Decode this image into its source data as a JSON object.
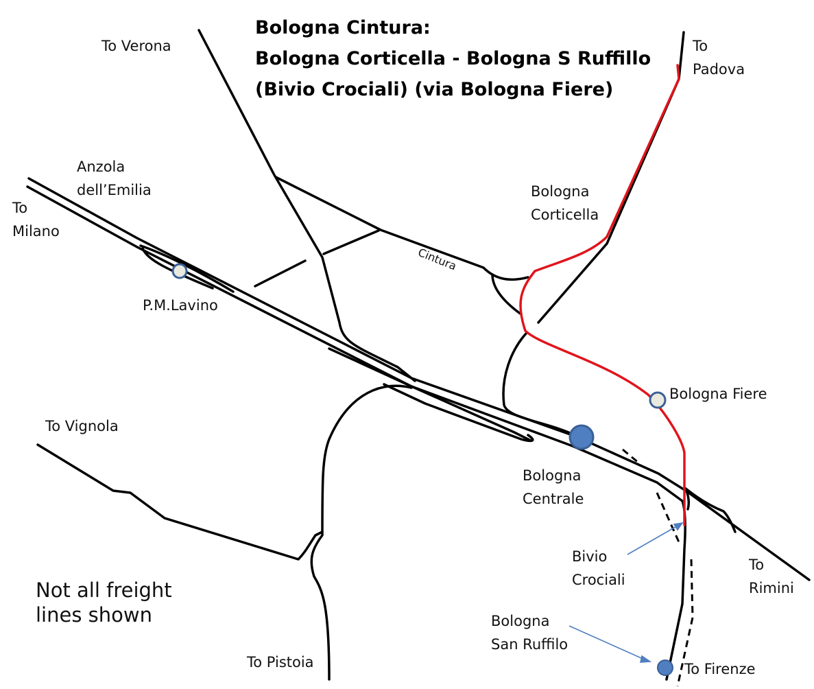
{
  "title": {
    "line1": "Bologna Cintura:",
    "line2": "Bologna Corticella - Bologna S Ruffillo",
    "line3": "(Bivio Crociali) (via Bologna Fiere)"
  },
  "labels": {
    "to_verona": "To Verona",
    "to_padova_1": "To",
    "to_padova_2": "Padova",
    "to_milano_1": "To",
    "to_milano_2": "Milano",
    "anzola_1": "Anzola",
    "anzola_2": "dell’Emilia",
    "pm_lavino": "P.M.Lavino",
    "corticella_1": "Bologna",
    "corticella_2": "Corticella",
    "cintura": "Cintura",
    "fiere": "Bologna Fiere",
    "to_vignola": "To Vignola",
    "centrale_1": "Bologna",
    "centrale_2": "Centrale",
    "crociali_1": "Bivio",
    "crociali_2": "Crociali",
    "to_rimini_1": "To",
    "to_rimini_2": "Rimini",
    "ruffilo_1": "Bologna",
    "ruffilo_2": "San Ruffilo",
    "to_firenze": "To Firenze",
    "to_pistoia": "To Pistoia"
  },
  "note": {
    "line1": "Not all freight",
    "line2": "lines shown"
  },
  "colors": {
    "track": "#000000",
    "highlight_route": "#e0141c",
    "major_station": "#4f7fc1",
    "minor_station_fill": "#e9e9e0",
    "pointer_arrow": "#4f7fc1"
  },
  "stations": [
    {
      "name": "P.M.Lavino",
      "kind": "minor"
    },
    {
      "name": "Bologna Fiere",
      "kind": "minor"
    },
    {
      "name": "Bologna Centrale",
      "kind": "major"
    },
    {
      "name": "Bologna San Ruffilo",
      "kind": "major"
    }
  ]
}
